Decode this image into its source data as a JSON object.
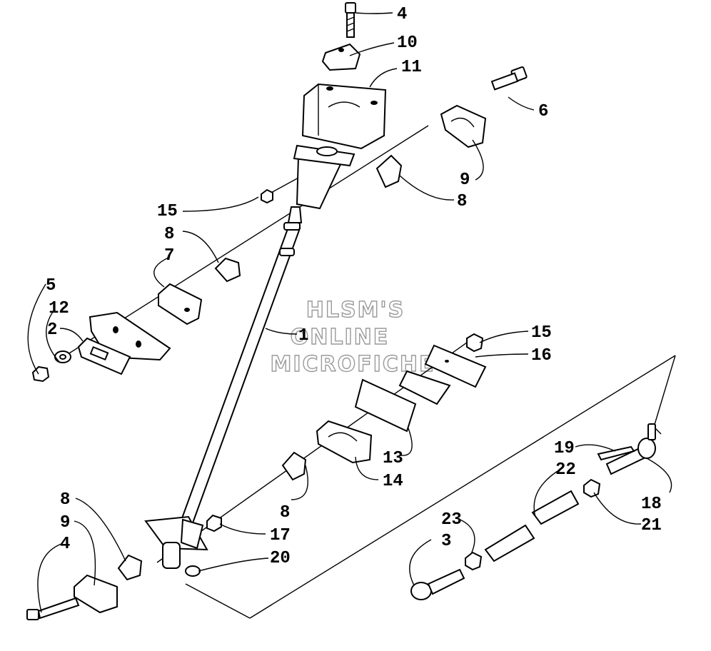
{
  "watermark": {
    "line1": "HLSM'S",
    "line2": "ONLINE",
    "line3": "MICROFICHE"
  },
  "callouts": {
    "c4_top": "4",
    "c10": "10",
    "c11": "11",
    "c6": "6",
    "c9_right": "9",
    "c8_right": "8",
    "c15_top": "15",
    "c8_left": "8",
    "c7": "7",
    "c5": "5",
    "c12": "12",
    "c2": "2",
    "c1": "1",
    "c15_mid": "15",
    "c16": "16",
    "c13": "13",
    "c14": "14",
    "c8_mid": "8",
    "c19": "19",
    "c22": "22",
    "c18": "18",
    "c21": "21",
    "c23": "23",
    "c3": "3",
    "c17": "17",
    "c20": "20",
    "c8_low": "8",
    "c9_low": "9",
    "c4_low": "4"
  }
}
